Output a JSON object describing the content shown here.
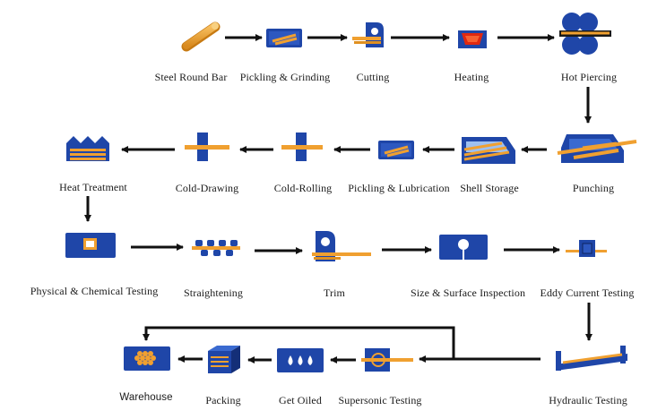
{
  "colors": {
    "blue": "#1f46a8",
    "blue_dark": "#142f78",
    "orange": "#f0a030",
    "orange_dark": "#c77a12",
    "arrow": "#111111",
    "heat_red": "#e02810"
  },
  "steps": [
    {
      "id": "steel-round-bar",
      "label": "Steel Round Bar",
      "icon": "steel-bar-icon"
    },
    {
      "id": "pickling-grinding",
      "label": "Pickling & Grinding",
      "icon": "pickling-tank-icon"
    },
    {
      "id": "cutting",
      "label": "Cutting",
      "icon": "cutting-saw-icon"
    },
    {
      "id": "heating",
      "label": "Heating",
      "icon": "furnace-icon"
    },
    {
      "id": "hot-piercing",
      "label": "Hot Piercing",
      "icon": "piercing-rolls-icon"
    },
    {
      "id": "punching",
      "label": "Punching",
      "icon": "punching-icon"
    },
    {
      "id": "shell-storage",
      "label": "Shell Storage",
      "icon": "shell-storage-icon"
    },
    {
      "id": "pickling-lubrication",
      "label": "Pickling & Lubrication",
      "icon": "pickling-tank-icon"
    },
    {
      "id": "cold-rolling",
      "label": "Cold-Rolling",
      "icon": "cold-rolling-icon"
    },
    {
      "id": "cold-drawing",
      "label": "Cold-Drawing",
      "icon": "cold-drawing-icon"
    },
    {
      "id": "heat-treatment",
      "label": "Heat Treatment",
      "icon": "heat-treatment-icon"
    },
    {
      "id": "physical-chemical-testing",
      "label": "Physical & Chemical Testing",
      "icon": "monitor-icon"
    },
    {
      "id": "straightening",
      "label": "Straightening",
      "icon": "straightening-rolls-icon"
    },
    {
      "id": "trim",
      "label": "Trim",
      "icon": "trim-saw-icon"
    },
    {
      "id": "size-surface-inspection",
      "label": "Size & Surface Inspection",
      "icon": "inspection-lamp-icon"
    },
    {
      "id": "eddy-current-testing",
      "label": "Eddy Current Testing",
      "icon": "eddy-current-icon"
    },
    {
      "id": "hydraulic-testing",
      "label": "Hydraulic Testing",
      "icon": "hydraulic-press-icon"
    },
    {
      "id": "supersonic-testing",
      "label": "Supersonic Testing",
      "icon": "ultrasonic-icon"
    },
    {
      "id": "get-oiled",
      "label": "Get Oiled",
      "icon": "oil-drops-icon"
    },
    {
      "id": "packing",
      "label": "Packing",
      "icon": "packing-box-icon"
    },
    {
      "id": "warehouse",
      "label": "Warehouse",
      "icon": "warehouse-pile-icon"
    }
  ]
}
